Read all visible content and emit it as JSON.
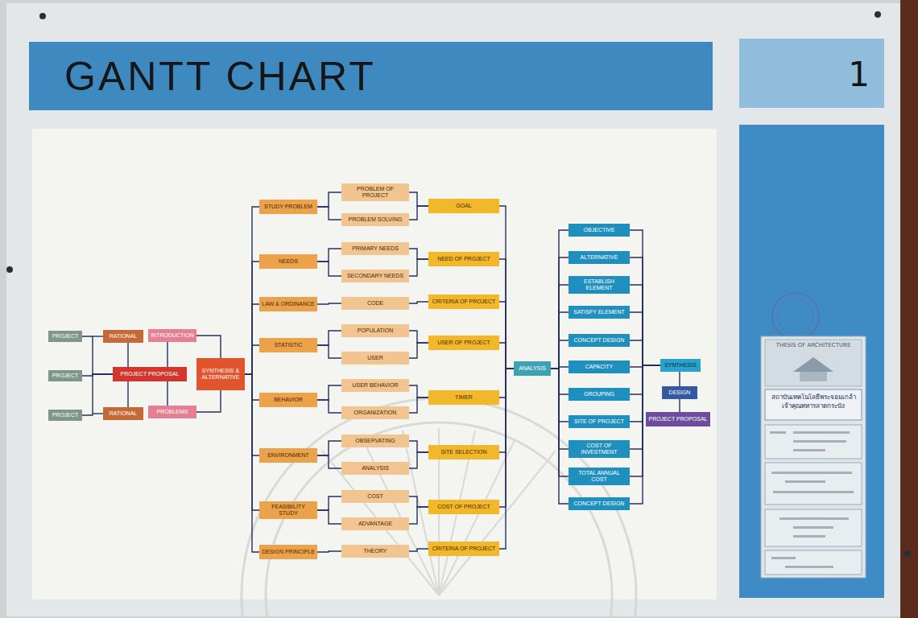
{
  "diagram": {
    "title": "GANTT CHART",
    "nodes": [
      {
        "text": [
          "PROJECT"
        ]
      },
      {
        "text": [
          "PROJECT"
        ]
      },
      {
        "text": [
          "PROJECT"
        ]
      },
      {
        "text": [
          "RATIONAL"
        ]
      },
      {
        "text": [
          "INTRODUCTION"
        ]
      },
      {
        "text": [
          "PROJECT PROPOSAL"
        ]
      },
      {
        "text": [
          "RATIONAL"
        ]
      },
      {
        "text": [
          "PROBLEMS"
        ]
      },
      {
        "text": [
          "SYNTHESIS & ALTERNATIVE"
        ]
      },
      {
        "text": [
          "STUDY PROBLEM"
        ]
      },
      {
        "text": [
          "PROBLEM OF PROJECT"
        ]
      },
      {
        "text": [
          "PROBLEM SOLVING"
        ]
      },
      {
        "text": [
          "GOAL"
        ]
      },
      {
        "text": [
          "NEEDS"
        ]
      },
      {
        "text": [
          "PRIMARY NEEDS"
        ]
      },
      {
        "text": [
          "SECONDARY NEEDS"
        ]
      },
      {
        "text": [
          "NEED OF PROJECT"
        ]
      },
      {
        "text": [
          "LAW & ORDINANCE"
        ]
      },
      {
        "text": [
          "CODE"
        ]
      },
      {
        "text": [
          "CRITERIA OF PROJECT"
        ]
      },
      {
        "text": [
          "STATISTIC"
        ]
      },
      {
        "text": [
          "POPULATION"
        ]
      },
      {
        "text": [
          "USER"
        ]
      },
      {
        "text": [
          "USER OF PROJECT"
        ]
      },
      {
        "text": [
          "BEHAVIOR"
        ]
      },
      {
        "text": [
          "USER BEHAVIOR"
        ]
      },
      {
        "text": [
          "ORGANIZATION"
        ]
      },
      {
        "text": [
          "TIMER"
        ]
      },
      {
        "text": [
          "ENVIRONMENT"
        ]
      },
      {
        "text": [
          "OBSERVATING"
        ]
      },
      {
        "text": [
          "ANALYSIS"
        ]
      },
      {
        "text": [
          "SITE SELECTION"
        ]
      },
      {
        "text": [
          "FEASIBILITY STUDY"
        ]
      },
      {
        "text": [
          "COST"
        ]
      },
      {
        "text": [
          "ADVANTAGE"
        ]
      },
      {
        "text": [
          "COST OF PROJECT"
        ]
      },
      {
        "text": [
          "DESIGN PRINCIPLE"
        ]
      },
      {
        "text": [
          "THEORY"
        ]
      },
      {
        "text": [
          "CRITERIA OF PROJECT"
        ]
      },
      {
        "text": [
          "ANALYSIS"
        ]
      },
      {
        "text": [
          "OBJECTIVE"
        ]
      },
      {
        "text": [
          "ALTERNATIVE"
        ]
      },
      {
        "text": [
          "ESTABLISH ELEMENT"
        ]
      },
      {
        "text": [
          "SATISFY ELEMENT"
        ]
      },
      {
        "text": [
          "CONCEPT DESIGN"
        ]
      },
      {
        "text": [
          "CAPACITY"
        ]
      },
      {
        "text": [
          "GROUPING"
        ]
      },
      {
        "text": [
          "SITE OF PROJECT"
        ]
      },
      {
        "text": [
          "COST OF INVESTMENT"
        ]
      },
      {
        "text": [
          "TOTAL ANNUAL COST"
        ]
      },
      {
        "text": [
          "CONCEPT DESIGN"
        ]
      },
      {
        "text": [
          "SYNTHESIS"
        ]
      },
      {
        "text": [
          "DESIGN"
        ]
      },
      {
        "text": [
          "PROJECT PROPOSAL"
        ]
      }
    ],
    "edges": [
      {
        "from": 0,
        "to": 5,
        "arrow": "none"
      },
      {
        "from": 1,
        "to": 5,
        "arrow": "none"
      },
      {
        "from": 2,
        "to": 5,
        "arrow": "none"
      },
      {
        "from": 3,
        "to": 5,
        "arrow": "none"
      },
      {
        "from": 4,
        "to": 5,
        "arrow": "none"
      },
      {
        "from": 6,
        "to": 5,
        "arrow": "none"
      },
      {
        "from": 7,
        "to": 5,
        "arrow": "none"
      },
      {
        "from": 4,
        "to": 8,
        "arrow": "none"
      },
      {
        "from": 7,
        "to": 8,
        "arrow": "none"
      },
      {
        "from": 8,
        "to": 9,
        "arrow": "none"
      },
      {
        "from": 8,
        "to": 13,
        "arrow": "none"
      },
      {
        "from": 8,
        "to": 17,
        "arrow": "none"
      },
      {
        "from": 8,
        "to": 20,
        "arrow": "none"
      },
      {
        "from": 8,
        "to": 24,
        "arrow": "none"
      },
      {
        "from": 8,
        "to": 28,
        "arrow": "none"
      },
      {
        "from": 8,
        "to": 32,
        "arrow": "none"
      },
      {
        "from": 8,
        "to": 36,
        "arrow": "none"
      },
      {
        "from": 9,
        "to": 10,
        "arrow": "none"
      },
      {
        "from": 9,
        "to": 11,
        "arrow": "none"
      },
      {
        "from": 13,
        "to": 14,
        "arrow": "none"
      },
      {
        "from": 13,
        "to": 15,
        "arrow": "none"
      },
      {
        "from": 17,
        "to": 18,
        "arrow": "none"
      },
      {
        "from": 20,
        "to": 21,
        "arrow": "none"
      },
      {
        "from": 20,
        "to": 22,
        "arrow": "none"
      },
      {
        "from": 24,
        "to": 25,
        "arrow": "none"
      },
      {
        "from": 24,
        "to": 26,
        "arrow": "none"
      },
      {
        "from": 28,
        "to": 29,
        "arrow": "none"
      },
      {
        "from": 28,
        "to": 30,
        "arrow": "none"
      },
      {
        "from": 32,
        "to": 33,
        "arrow": "none"
      },
      {
        "from": 32,
        "to": 34,
        "arrow": "none"
      },
      {
        "from": 36,
        "to": 37,
        "arrow": "none"
      },
      {
        "from": 10,
        "to": 12,
        "arrow": "none"
      },
      {
        "from": 11,
        "to": 12,
        "arrow": "none"
      },
      {
        "from": 14,
        "to": 16,
        "arrow": "none"
      },
      {
        "from": 15,
        "to": 16,
        "arrow": "none"
      },
      {
        "from": 18,
        "to": 19,
        "arrow": "none"
      },
      {
        "from": 21,
        "to": 23,
        "arrow": "none"
      },
      {
        "from": 22,
        "to": 23,
        "arrow": "none"
      },
      {
        "from": 25,
        "to": 27,
        "arrow": "none"
      },
      {
        "from": 26,
        "to": 27,
        "arrow": "none"
      },
      {
        "from": 29,
        "to": 31,
        "arrow": "none"
      },
      {
        "from": 30,
        "to": 31,
        "arrow": "none"
      },
      {
        "from": 33,
        "to": 35,
        "arrow": "none"
      },
      {
        "from": 34,
        "to": 35,
        "arrow": "none"
      },
      {
        "from": 37,
        "to": 38,
        "arrow": "none"
      },
      {
        "from": 12,
        "to": 39,
        "arrow": "none"
      },
      {
        "from": 16,
        "to": 39,
        "arrow": "none"
      },
      {
        "from": 19,
        "to": 39,
        "arrow": "none"
      },
      {
        "from": 23,
        "to": 39,
        "arrow": "none"
      },
      {
        "from": 27,
        "to": 39,
        "arrow": "none"
      },
      {
        "from": 31,
        "to": 39,
        "arrow": "none"
      },
      {
        "from": 35,
        "to": 39,
        "arrow": "none"
      },
      {
        "from": 38,
        "to": 39,
        "arrow": "none"
      },
      {
        "from": 39,
        "to": 40,
        "arrow": "none"
      },
      {
        "from": 39,
        "to": 41,
        "arrow": "none"
      },
      {
        "from": 39,
        "to": 42,
        "arrow": "none"
      },
      {
        "from": 39,
        "to": 43,
        "arrow": "none"
      },
      {
        "from": 39,
        "to": 44,
        "arrow": "none"
      },
      {
        "from": 39,
        "to": 45,
        "arrow": "none"
      },
      {
        "from": 39,
        "to": 46,
        "arrow": "none"
      },
      {
        "from": 39,
        "to": 47,
        "arrow": "none"
      },
      {
        "from": 39,
        "to": 48,
        "arrow": "none"
      },
      {
        "from": 39,
        "to": 49,
        "arrow": "none"
      },
      {
        "from": 39,
        "to": 50,
        "arrow": "none"
      },
      {
        "from": 40,
        "to": 51,
        "arrow": "none"
      },
      {
        "from": 41,
        "to": 51,
        "arrow": "none"
      },
      {
        "from": 42,
        "to": 51,
        "arrow": "none"
      },
      {
        "from": 43,
        "to": 51,
        "arrow": "none"
      },
      {
        "from": 44,
        "to": 51,
        "arrow": "none"
      },
      {
        "from": 45,
        "to": 51,
        "arrow": "none"
      },
      {
        "from": 46,
        "to": 51,
        "arrow": "none"
      },
      {
        "from": 47,
        "to": 51,
        "arrow": "none"
      },
      {
        "from": 48,
        "to": 51,
        "arrow": "none"
      },
      {
        "from": 49,
        "to": 51,
        "arrow": "none"
      },
      {
        "from": 50,
        "to": 51,
        "arrow": "none"
      },
      {
        "from": 51,
        "to": 52,
        "arrow": "none"
      },
      {
        "from": 52,
        "to": 53,
        "arrow": "none"
      }
    ],
    "labels": [
      "1",
      "THESIS OF ARCHITECTURE",
      "สถาบันเทคโนโลยีพระจอมเกล้า เจ้าคุณทหารลาดกระบัง"
    ]
  }
}
